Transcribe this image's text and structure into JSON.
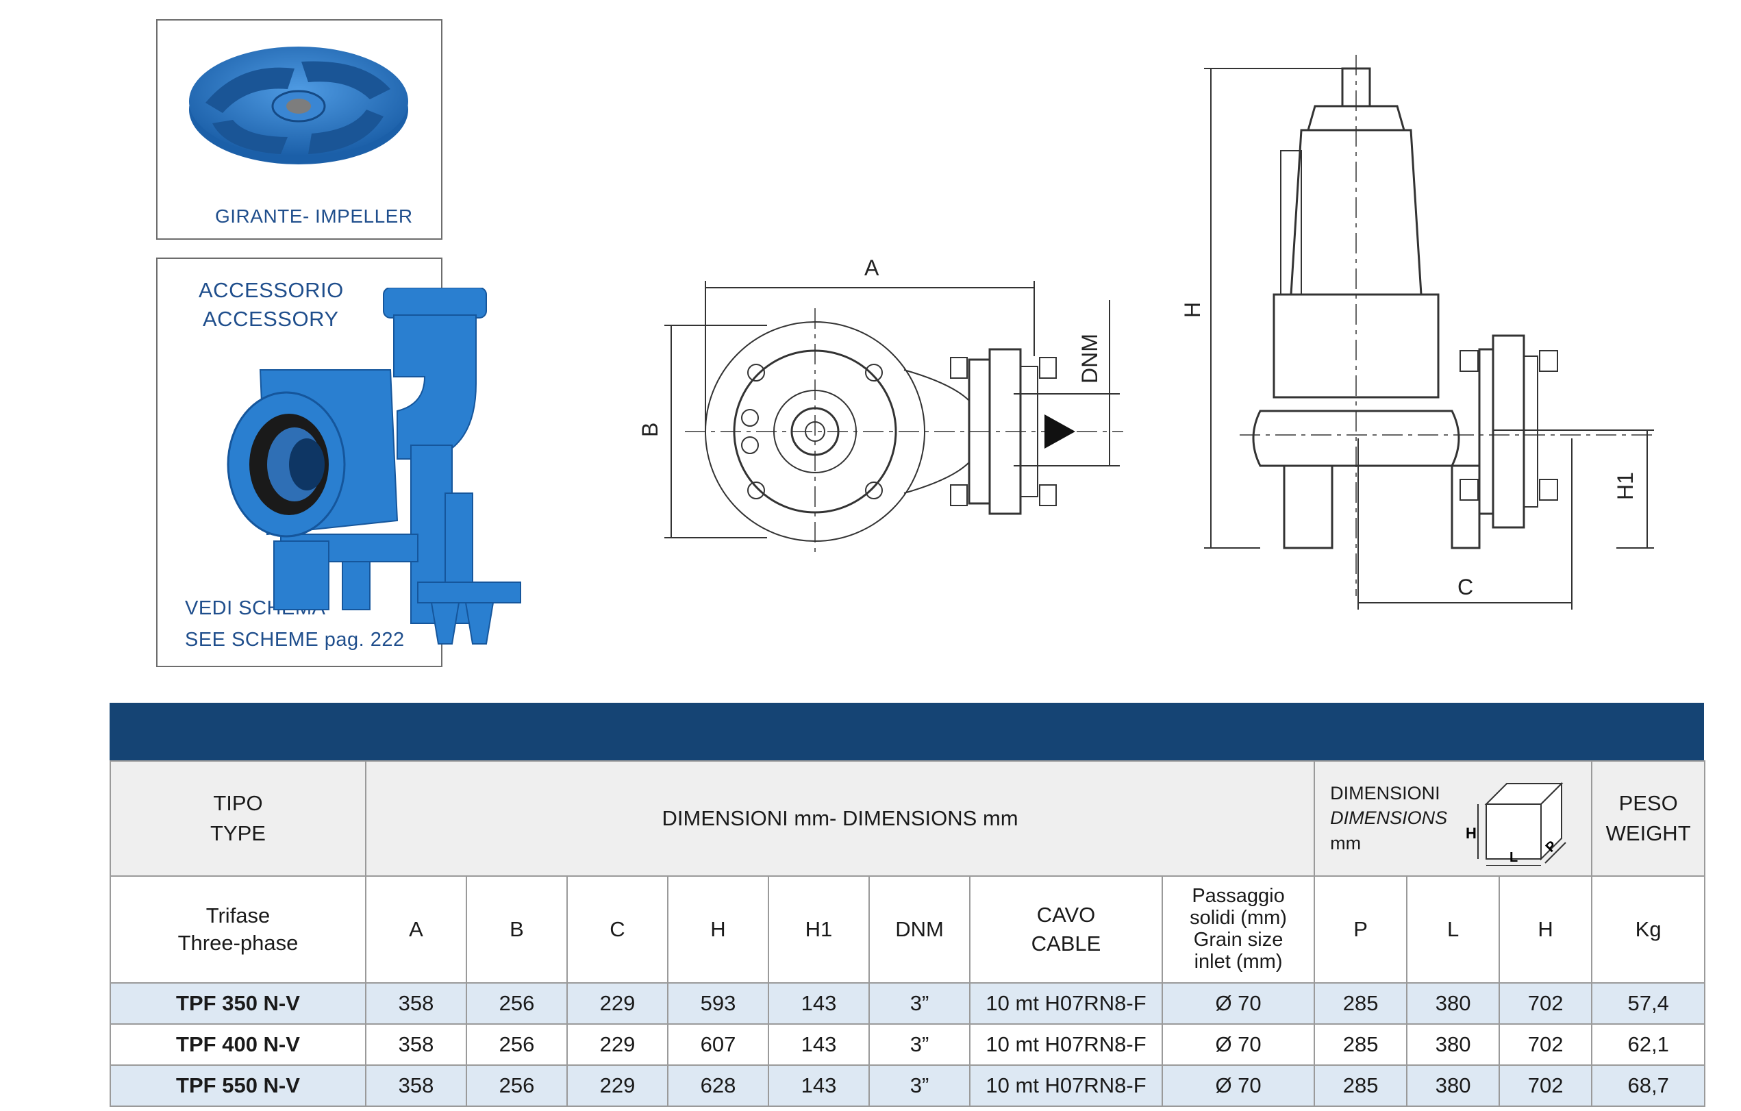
{
  "impeller_caption": "GIRANTE- IMPELLER",
  "accessory": {
    "line1": "ACCESSORIO",
    "line2": "ACCESSORY",
    "scheme1": "VEDI SCHEMA",
    "scheme2": "SEE SCHEME  pag. 222"
  },
  "drawing_labels": {
    "a": "A",
    "b": "B",
    "dnm": "DNM",
    "h": "H",
    "h1": "H1",
    "c": "C"
  },
  "colors": {
    "band": "#154474",
    "caption": "#1f4e8c",
    "row_blue": "#dde8f3",
    "pump_blue": "#2a7fd0"
  },
  "table": {
    "tipo": "TIPO",
    "type": "TYPE",
    "dimensions_title": "DIMENSIONI mm- DIMENSIONS mm",
    "box_dimensioni": "DIMENSIONI",
    "box_dimensions": "DIMENSIONS",
    "box_mm": "mm",
    "box_h": "H",
    "box_l": "L",
    "box_p": "P",
    "peso": "PESO",
    "weight": "WEIGHT",
    "trifase": "Trifase",
    "three_phase": "Three-phase",
    "columns": [
      "A",
      "B",
      "C",
      "H",
      "H1",
      "DNM"
    ],
    "cavo": "CAVO",
    "cable": "CABLE",
    "pass1": "Passaggio",
    "pass2": "solidi (mm)",
    "pass3": "Grain size",
    "pass4": "inlet (mm)",
    "pack_columns": [
      "P",
      "L",
      "H"
    ],
    "kg": "Kg",
    "rows": [
      [
        "TPF 350 N-V",
        "358",
        "256",
        "229",
        "593",
        "143",
        "3”",
        "10 mt H07RN8-F",
        "Ø 70",
        "285",
        "380",
        "702",
        "57,4"
      ],
      [
        "TPF 400 N-V",
        "358",
        "256",
        "229",
        "607",
        "143",
        "3”",
        "10 mt H07RN8-F",
        "Ø 70",
        "285",
        "380",
        "702",
        "62,1"
      ],
      [
        "TPF 550 N-V",
        "358",
        "256",
        "229",
        "628",
        "143",
        "3”",
        "10 mt H07RN8-F",
        "Ø 70",
        "285",
        "380",
        "702",
        "68,7"
      ]
    ]
  }
}
